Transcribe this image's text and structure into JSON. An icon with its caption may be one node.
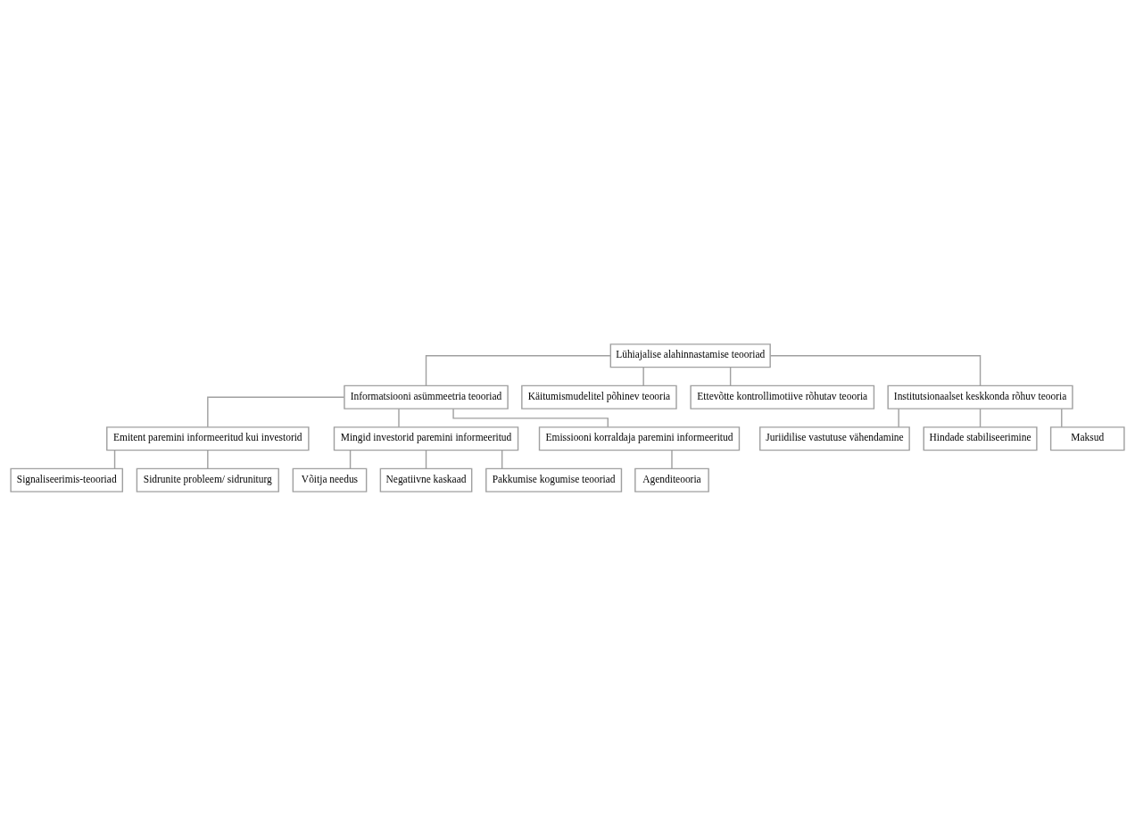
{
  "diagram": {
    "nodes": [
      {
        "text": [
          "Lühiajalise alahinnastamise teooriad"
        ]
      },
      {
        "text": [
          "Informatsiooni asümmeetria teooriad"
        ]
      },
      {
        "text": [
          "Käitumismudelitel põhinev teooria"
        ]
      },
      {
        "text": [
          "Ettevõtte kontrollimotiive rõhutav teooria"
        ]
      },
      {
        "text": [
          "Institutsionaalset keskkonda rõhuv teooria"
        ]
      },
      {
        "text": [
          "Emitent paremini informeeritud kui investorid"
        ]
      },
      {
        "text": [
          "Mingid investorid paremini informeeritud"
        ]
      },
      {
        "text": [
          "Emissiooni korraldaja paremini informeeritud"
        ]
      },
      {
        "text": [
          "Signaliseerimis-teooriad"
        ]
      },
      {
        "text": [
          "Sidrunite probleem/ sidruniturg"
        ]
      },
      {
        "text": [
          "Võitja needus"
        ]
      },
      {
        "text": [
          "Negatiivne kaskaad"
        ]
      },
      {
        "text": [
          "Pakkumise kogumise teooriad"
        ]
      },
      {
        "text": [
          "Agenditeooria"
        ]
      },
      {
        "text": [
          "Juriidilise vastutuse vähendamine"
        ]
      },
      {
        "text": [
          "Hindade stabiliseerimine"
        ]
      },
      {
        "text": [
          "Maksud"
        ]
      }
    ],
    "edges": [
      {
        "from": 0,
        "to": 1,
        "arrow": "none"
      },
      {
        "from": 0,
        "to": 2,
        "arrow": "none"
      },
      {
        "from": 0,
        "to": 3,
        "arrow": "none"
      },
      {
        "from": 0,
        "to": 4,
        "arrow": "none"
      },
      {
        "from": 1,
        "to": 5,
        "arrow": "none"
      },
      {
        "from": 1,
        "to": 6,
        "arrow": "none"
      },
      {
        "from": 1,
        "to": 7,
        "arrow": "none"
      },
      {
        "from": 5,
        "to": 8,
        "arrow": "none"
      },
      {
        "from": 5,
        "to": 9,
        "arrow": "none"
      },
      {
        "from": 6,
        "to": 10,
        "arrow": "none"
      },
      {
        "from": 6,
        "to": 11,
        "arrow": "none"
      },
      {
        "from": 6,
        "to": 12,
        "arrow": "none"
      },
      {
        "from": 7,
        "to": 13,
        "arrow": "none"
      },
      {
        "from": 4,
        "to": 14,
        "arrow": "none"
      },
      {
        "from": 4,
        "to": 15,
        "arrow": "none"
      },
      {
        "from": 4,
        "to": 16,
        "arrow": "none"
      }
    ]
  }
}
